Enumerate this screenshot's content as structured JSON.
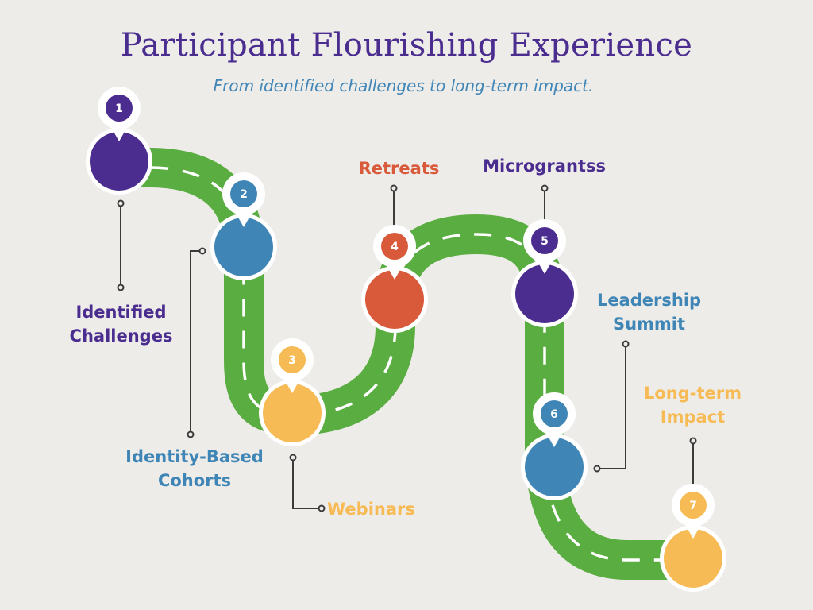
{
  "title": "Participant Flourishing Experience",
  "subtitle": "From identified challenges to long-term impact.",
  "colors": {
    "background": "#eeece9",
    "road": "#5aad40",
    "purple": "#4a2d8f",
    "blue": "#3f86b7",
    "orange": "#d95a3b",
    "yellow": "#f7bb55"
  },
  "steps": [
    {
      "number": "1",
      "label": "Identified Challenges",
      "color": "#4a2d8f"
    },
    {
      "number": "2",
      "label": "Identity-Based Cohorts",
      "color": "#3f86b7"
    },
    {
      "number": "3",
      "label": "Webinars",
      "color": "#f7bb55"
    },
    {
      "number": "4",
      "label": "Retreats",
      "color": "#d95a3b"
    },
    {
      "number": "5",
      "label": "Micrograntss",
      "color": "#4a2d8f"
    },
    {
      "number": "6",
      "label": "Leadership Summit",
      "color": "#3f86b7"
    },
    {
      "number": "7",
      "label": "Long-term Impact",
      "color": "#f7bb55"
    }
  ]
}
